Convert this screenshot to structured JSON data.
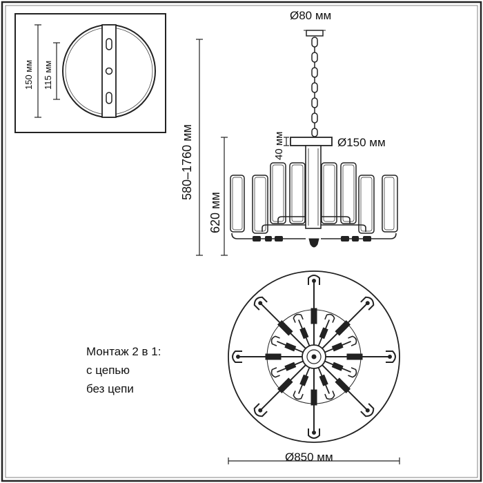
{
  "dimensions": {
    "chain_diameter": "Ø80 мм",
    "canopy_diameter": "Ø150 мм",
    "canopy_height": "40 мм",
    "total_height": "580–1760 мм",
    "body_height": "620 мм",
    "fixture_diameter": "Ø850 мм",
    "plate_outer": "150 мм",
    "plate_inner": "115 мм"
  },
  "mounting": {
    "title": "Монтаж 2 в 1:",
    "option_1": "с цепью",
    "option_2": "без цепи"
  }
}
